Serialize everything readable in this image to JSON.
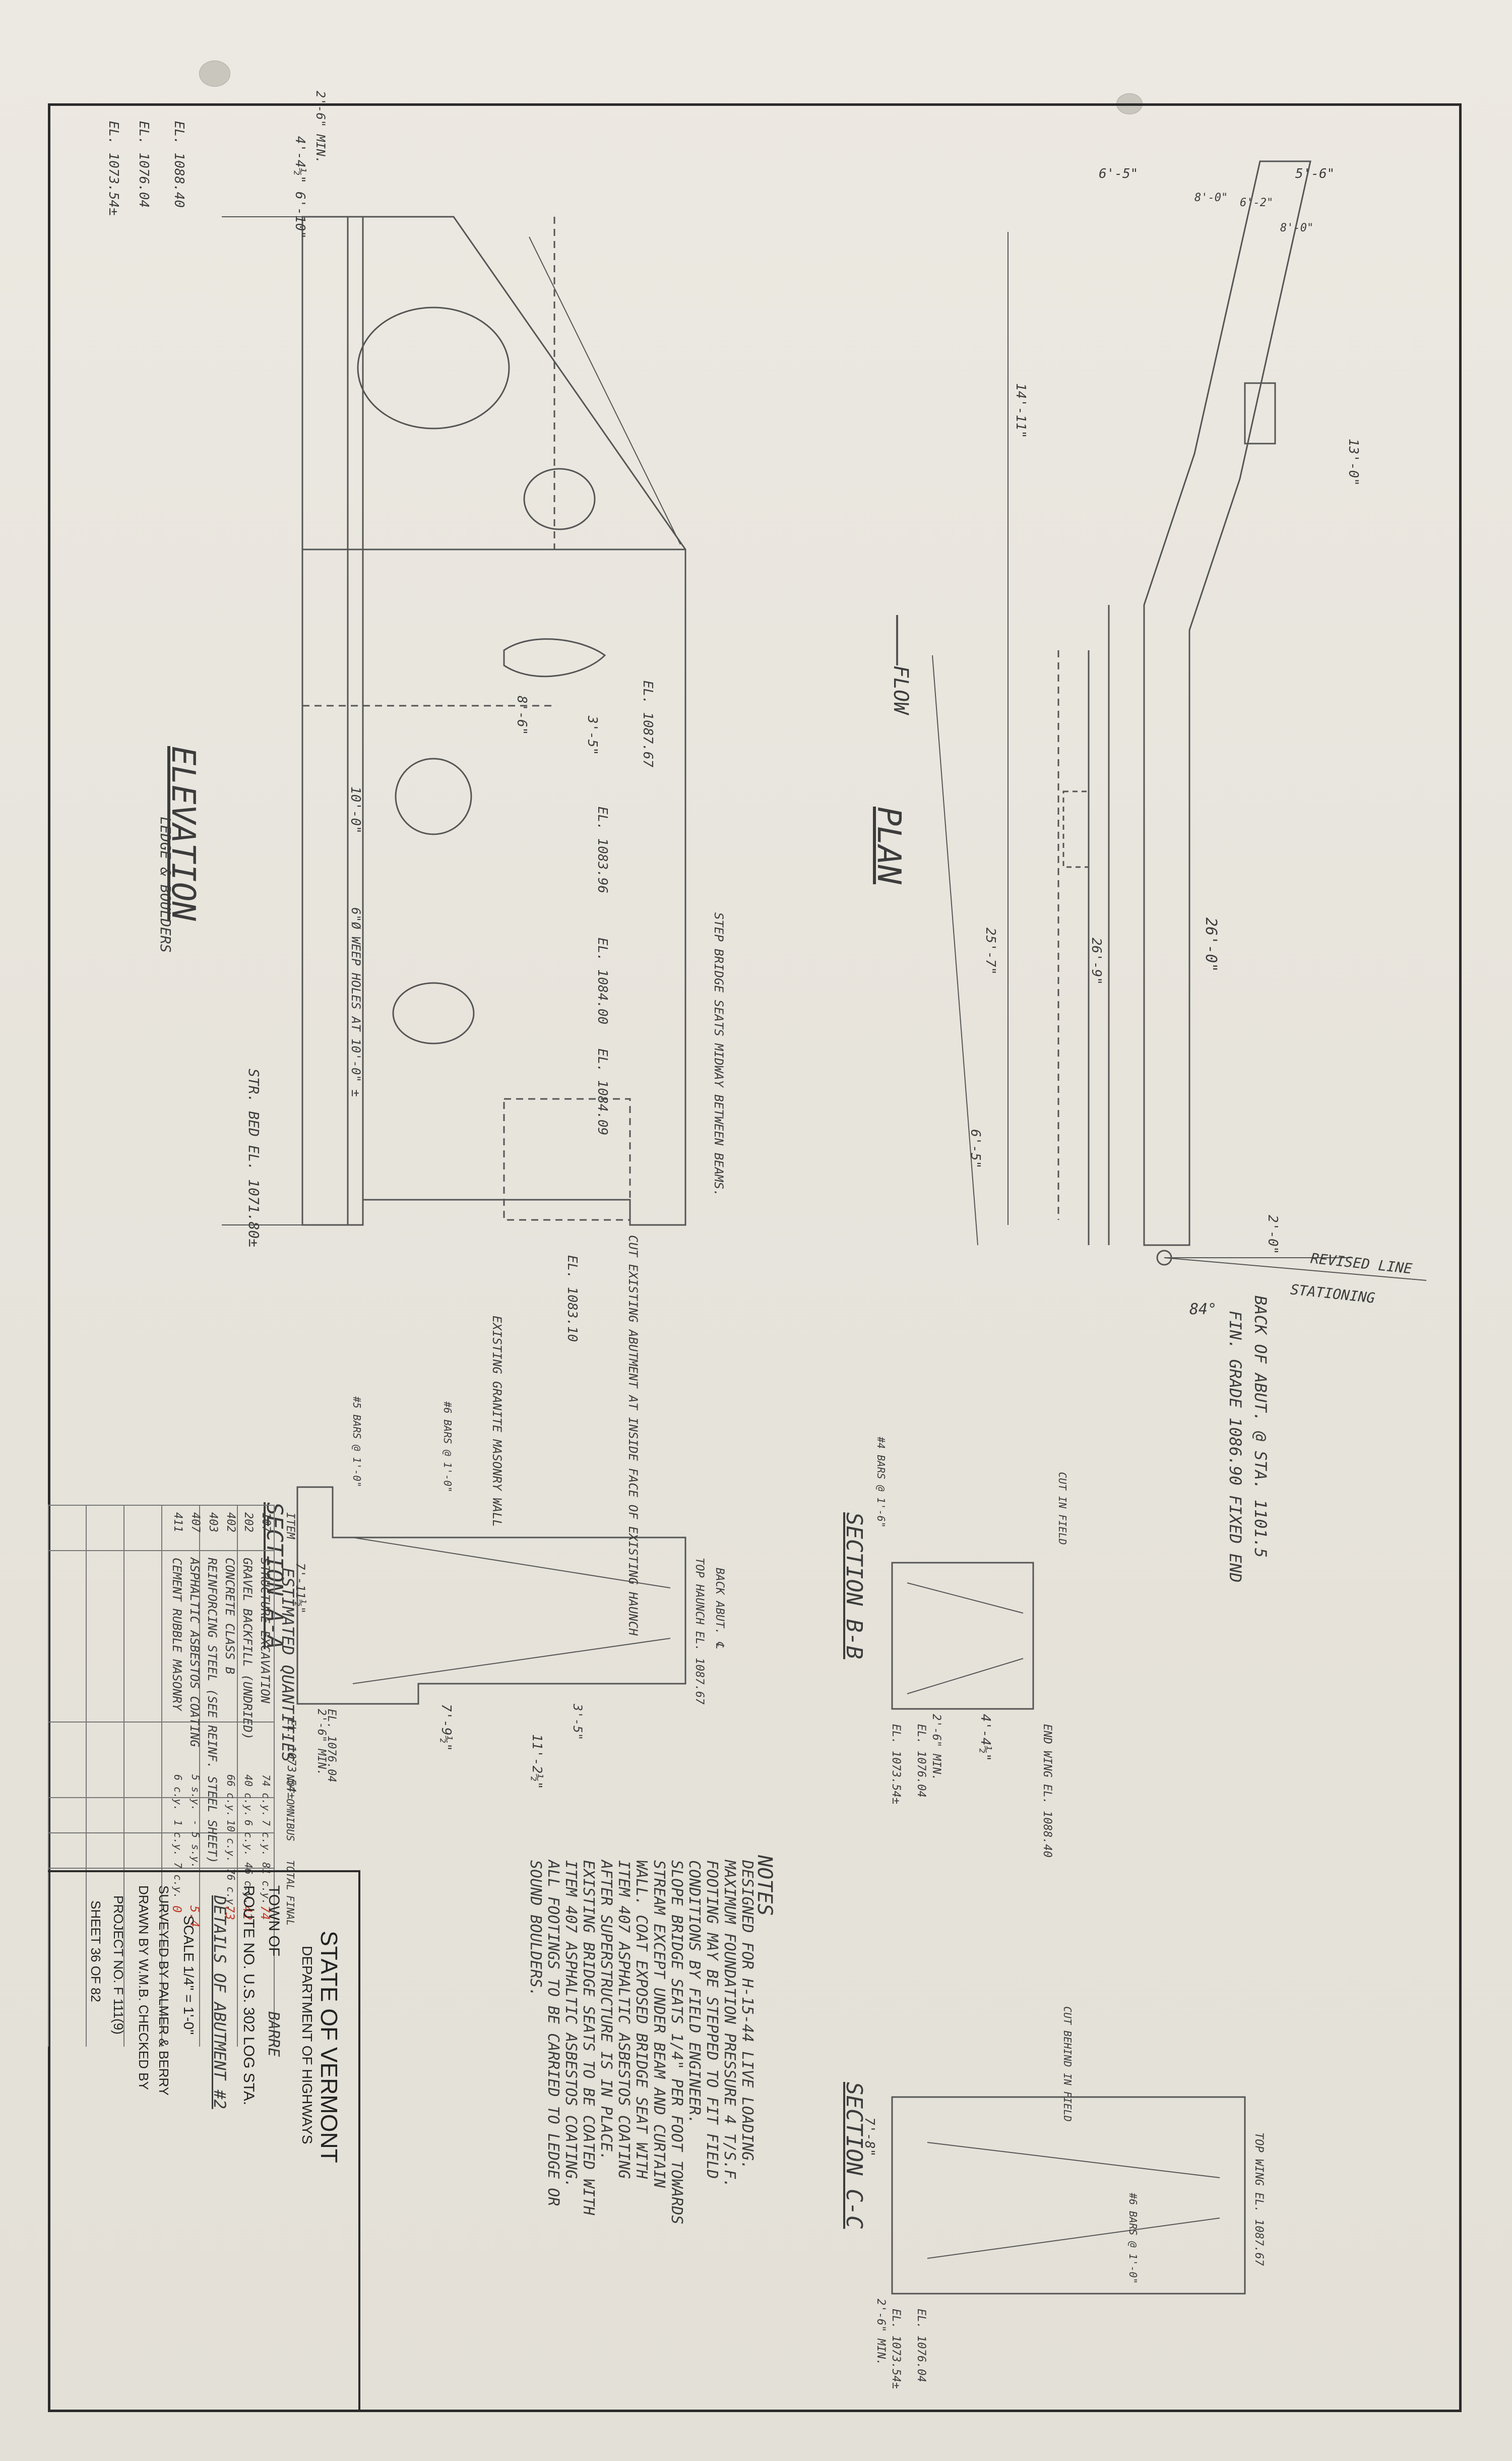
{
  "state": "STATE OF VERMONT",
  "department": "DEPARTMENT OF HIGHWAYS",
  "town_label": "TOWN OF",
  "town_value": "BARRE",
  "route_label": "ROUTE NO. U.S. 302  LOG STA.",
  "drawing_title": "DETAILS OF ABUTMENT #2",
  "scale": "SCALE  1/4\" = 1'-0\"",
  "surveyed_by": "SURVEYED BY  PALMER & BERRY",
  "drawn_by": "DRAWN BY  W.M.B.   CHECKED BY",
  "project_no": "PROJECT NO.  F 111(9)",
  "sheet": "SHEET  36  OF  82",
  "views": {
    "elevation": "ELEVATION",
    "plan": "PLAN",
    "section_aa": "SECTION A-A",
    "section_bb": "SECTION B-B",
    "section_cc": "SECTION C-C",
    "flow": "FLOW"
  },
  "notes": {
    "heading": "NOTES",
    "lines": [
      "DESIGNED FOR H-15-44 LIVE LOADING.",
      "MAXIMUM FOUNDATION PRESSURE 4 T/S.F.",
      "FOOTING MAY BE STEPPED TO FIT FIELD",
      "CONDITIONS BY FIELD ENGINEER.",
      "SLOPE BRIDGE SEATS 1/4\" PER FOOT TOWARDS",
      "STREAM EXCEPT UNDER BEAM AND CURTAIN",
      "WALL. COAT EXPOSED BRIDGE SEAT WITH",
      "ITEM 407 ASPHALTIC ASBESTOS COATING",
      "AFTER SUPERSTRUCTURE IS IN PLACE.",
      "EXISTING BRIDGE SEATS TO BE COATED WITH",
      "ITEM 407 ASPHALTIC ASBESTOS COATING.",
      "ALL FOOTINGS TO BE CARRIED TO LEDGE OR",
      "SOUND BOULDERS."
    ]
  },
  "quantities": {
    "heading": "ESTIMATED QUANTITIES",
    "columns": [
      "ITEM",
      "",
      "NOT OMNIBUS",
      "TOTAL",
      "FINAL"
    ],
    "rows": [
      [
        "107",
        "STRUCTURE EXCAVATION",
        "74 c.y.",
        "7 c.y.  81 c.y.",
        "74"
      ],
      [
        "202",
        "GRAVEL BACKFILL (UNDRIED)",
        "40 c.y.",
        "6 c.y.  46 c.y.",
        "42"
      ],
      [
        "402",
        "CONCRETE CLASS B",
        "66 c.y.",
        "10 c.y.  76 c.y.",
        "73"
      ],
      [
        "403",
        "REINFORCING STEEL (SEE REINF. STEEL SHEET)",
        "",
        "",
        ""
      ],
      [
        "407",
        "ASPHALTIC ASBESTOS COATING",
        "5 s.y.",
        "-  5 s.y.",
        "5.4"
      ],
      [
        "411",
        "CEMENT RUBBLE MASONRY",
        "6 c.y.",
        "1 c.y.  7 c.y.",
        "0"
      ]
    ]
  },
  "plan_labels": {
    "back_abut": "BACK OF ABUT. @ STA. 1101.5",
    "fin_grade": "FIN. GRADE 1086.90  FIXED END",
    "revised_line": "REVISED LINE",
    "stationing": "STATIONING",
    "angle": "84°",
    "dims": [
      "6'-5\"",
      "5'-6\"",
      "8'-0\"",
      "6'-2\"",
      "8'-0\"",
      "13'-0\"",
      "14'-11\"",
      "25'-7\"",
      "26'-9\"",
      "26'-0\"",
      "6'-5\"",
      "2'-0\""
    ]
  },
  "elevation_labels": {
    "elevations": [
      "EL. 1088.40",
      "EL. 1076.04",
      "EL. 1073.54±",
      "EL. 1087.67",
      "EL. 1083.96",
      "EL. 1084.00",
      "EL. 1084.09",
      "EL. 1083.10"
    ],
    "ledge": "LEDGE & BOULDERS",
    "str_bed": "STR. BED EL. 1071.80±",
    "step": "STEP BRIDGE SEATS MIDWAY BETWEEN BEAMS.",
    "cut_existing": "CUT EXISTING ABUTMENT AT INSIDE FACE OF EXISTING HAUNCH",
    "existing_wall": "EXISTING GRANITE MASONRY WALL",
    "weep": "6\"Ø WEEP HOLES AT 10'-0\" ±",
    "dims": [
      "6'-10\"",
      "4'-4½\"",
      "2'-6\" MIN.",
      "3'-5\"",
      "8'-6\"",
      "10'-0\""
    ]
  },
  "section_labels": {
    "aa_dims": [
      "7'-11½\"",
      "7'-9½\"",
      "11'-2½\"",
      "3'-5\"",
      "2'-6\" MIN."
    ],
    "aa_elev": [
      "EL. 1073.54±",
      "EL. 1076.04",
      "TOP HAUNCH EL. 1087.67"
    ],
    "back_abut": "BACK ABUT. ℄",
    "bb_dims": [
      "4'-4½\"",
      "2'-6\" MIN."
    ],
    "bb_elev": [
      "EL. 1073.54±",
      "EL. 1076.04",
      "END WING EL. 1088.40"
    ],
    "cc_dims": [
      "7'-8\"",
      "2'-6\" MIN."
    ],
    "cc_elev": [
      "EL. 1073.54±",
      "EL. 1076.04",
      "TOP WING EL. 1087.67"
    ],
    "bars": [
      "#6 BARS @ 1'-0\"",
      "#5 BARS @ 1'-0\"",
      "#4 BARS @ 1'-6\"",
      "CUT IN FIELD",
      "CUT BEHIND IN FIELD"
    ]
  }
}
